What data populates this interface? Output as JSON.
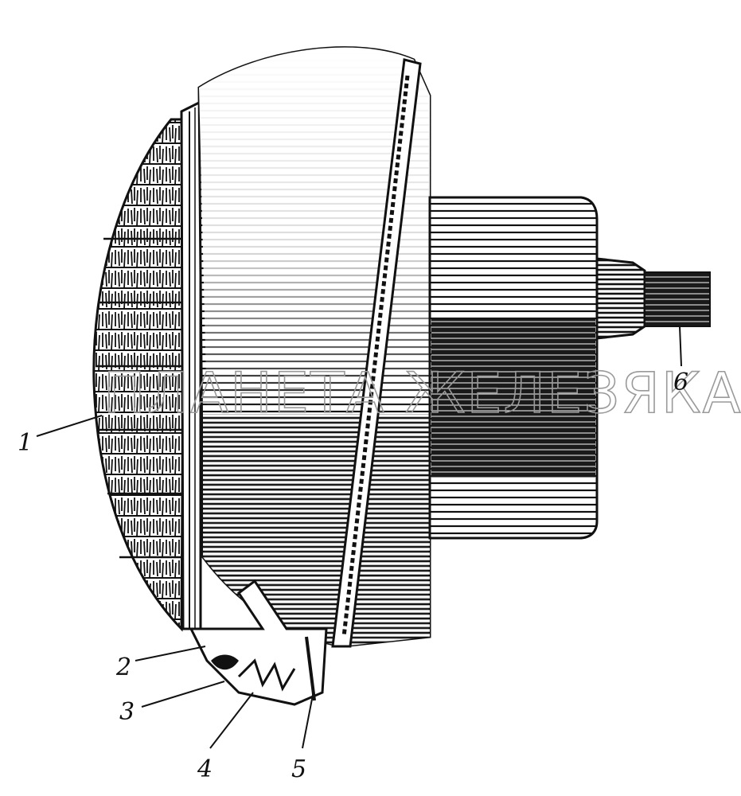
{
  "figure": {
    "watermark": "ПЛАНЕТА ЖЕЛЕЗЯКА",
    "callouts": [
      {
        "label": "1"
      },
      {
        "label": "2"
      },
      {
        "label": "3"
      },
      {
        "label": "4"
      },
      {
        "label": "5"
      },
      {
        "label": "6"
      }
    ]
  },
  "colors": {
    "ink": "#111111",
    "paper": "#ffffff",
    "watermark": "#9a9a9a"
  }
}
